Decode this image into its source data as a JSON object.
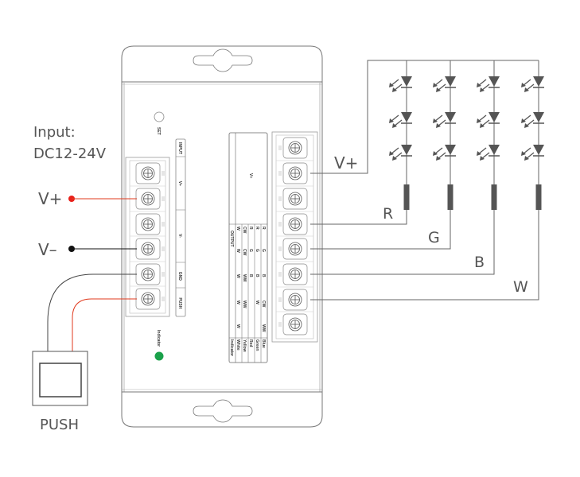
{
  "input_label": {
    "line1": "Input:",
    "line2": "DC12-24V"
  },
  "input_terminals": {
    "vplus": "V+",
    "vminus": "V–"
  },
  "switch_label": "PUSH",
  "device": {
    "set_label": "SET",
    "indicator_label": "Indicator",
    "indicator_color": "#1aa14a",
    "input_strip": [
      "INPUT",
      "V+",
      "V-",
      "GND",
      "PUSH"
    ],
    "output_header": "V+",
    "output_title": "OUTPUT",
    "output_table": {
      "row_labels": [
        "Indicator",
        "White",
        "Yellow",
        "Red",
        "Green",
        "Blue"
      ],
      "columns": [
        [
          "W",
          "",
          "",
          "",
          "WW"
        ],
        [
          "W",
          "WW",
          "",
          "W",
          "CW"
        ],
        [
          "W",
          "WW",
          "B",
          "B",
          "B"
        ],
        [
          "W",
          "CW",
          "G",
          "G",
          "G"
        ],
        [
          "W",
          "CW",
          "R",
          "R",
          "R"
        ]
      ]
    }
  },
  "output_labels": {
    "vplus": "V+",
    "r": "R",
    "g": "G",
    "b": "B",
    "w": "W"
  },
  "colors": {
    "positive_wire": "#e03a1e",
    "negative_wire": "#111111",
    "positive_dot": "#e8201a",
    "line": "#666666",
    "led": "#555555"
  }
}
